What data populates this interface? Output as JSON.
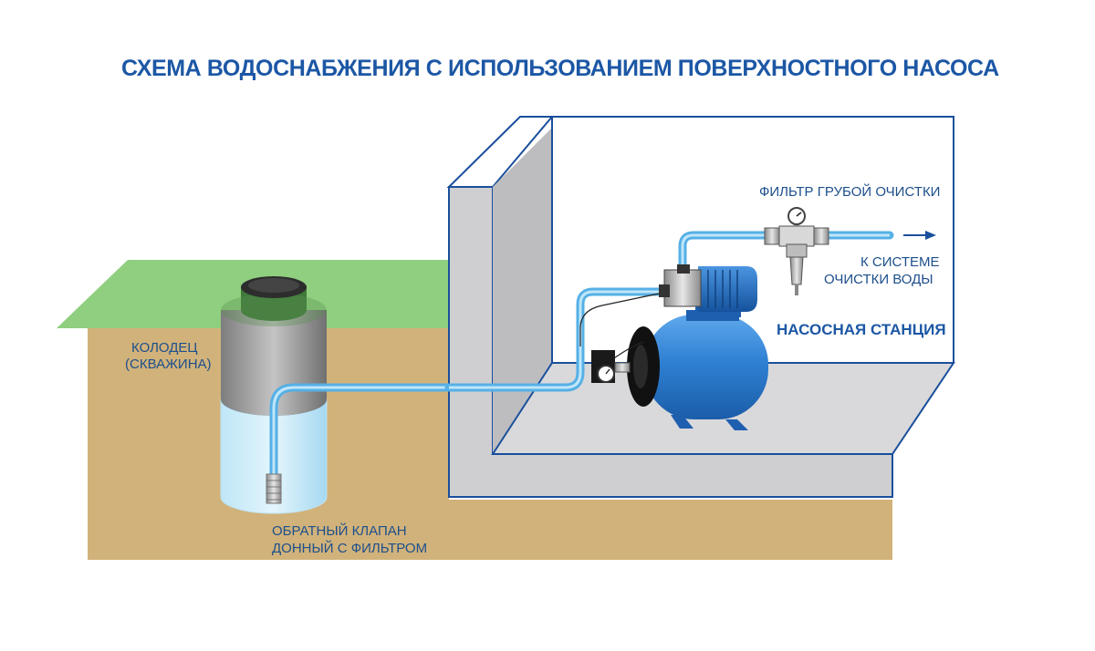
{
  "title": "СХЕМА ВОДОСНАБЖЕНИЯ С ИСПОЛЬЗОВАНИЕМ ПОВЕРХНОСТНОГО НАСОСА",
  "labels": {
    "well": [
      "КОЛОДЕЦ",
      "(СКВАЖИНА)"
    ],
    "check_valve": [
      "ОБРАТНЫЙ КЛАПАН",
      "ДОННЫЙ С ФИЛЬТРОМ"
    ],
    "coarse_filter": "ФИЛЬТР ГРУБОЙ ОЧИСТКИ",
    "to_system": [
      "К СИСТЕМЕ",
      "ОЧИСТКИ ВОДЫ"
    ],
    "pump_station": "НАСОСНАЯ СТАНЦИЯ"
  },
  "colors": {
    "title": "#1c57a5",
    "label": "#1d4f8c",
    "soil": "#d1b27a",
    "grass": "#8fcf7f",
    "concrete": "#cfcfd1",
    "outline": "#1a4f9c",
    "pipe": "#56b0e6",
    "water": "#a7dcf4",
    "tank": "#3a86d6"
  },
  "icons": [
    "arrow-right-icon",
    "pressure-gauge-icon",
    "pump-motor-icon",
    "filter-icon",
    "pressure-switch-icon"
  ]
}
